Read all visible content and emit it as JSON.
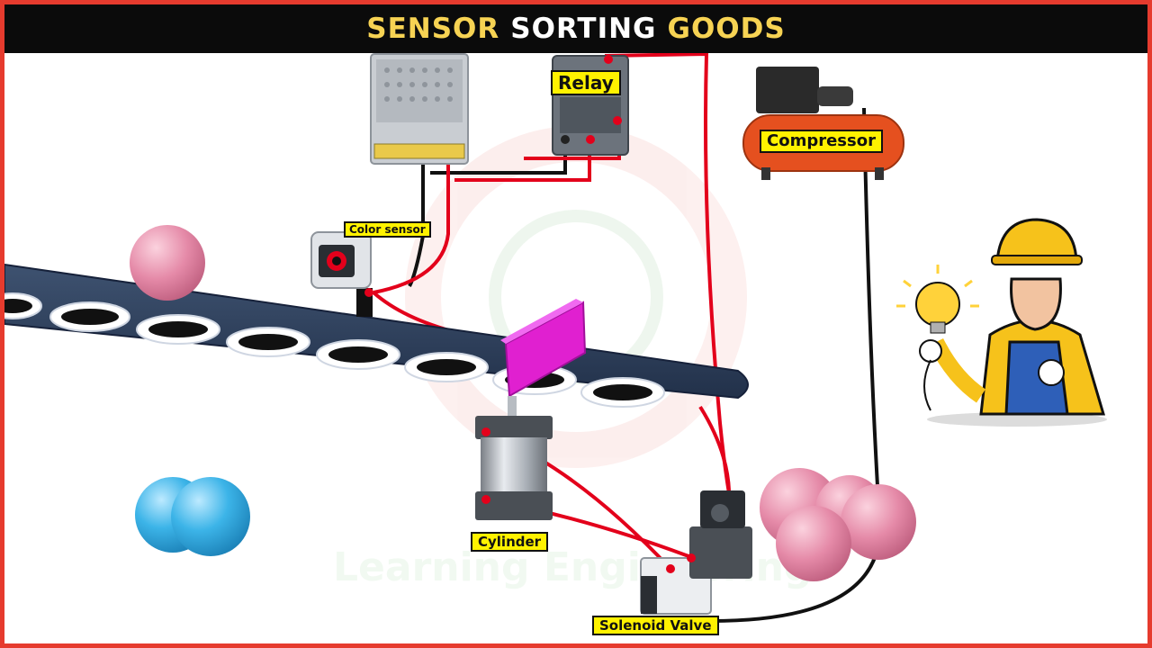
{
  "title": {
    "word1": "SENSOR",
    "word2": "SORTING",
    "word3": "GOODS"
  },
  "labels": {
    "relay": "Relay",
    "compressor": "Compressor",
    "color_sensor": "Color sensor",
    "cylinder": "Cylinder",
    "solenoid_valve": "Solenoid Valve"
  },
  "watermark": "Learning Engineering",
  "colors": {
    "frame": "#e63b2e",
    "title_bg": "#0b0b0b",
    "title_accent": "#f7d353",
    "label_bg": "#fff200",
    "wire_red": "#e3001b",
    "wire_black": "#111111",
    "belt": "#2e3f5c",
    "pusher": "#e020d0",
    "ball_pink": "#e58aa8",
    "ball_blue": "#3cb4e8",
    "compressor": "#e5501f"
  }
}
